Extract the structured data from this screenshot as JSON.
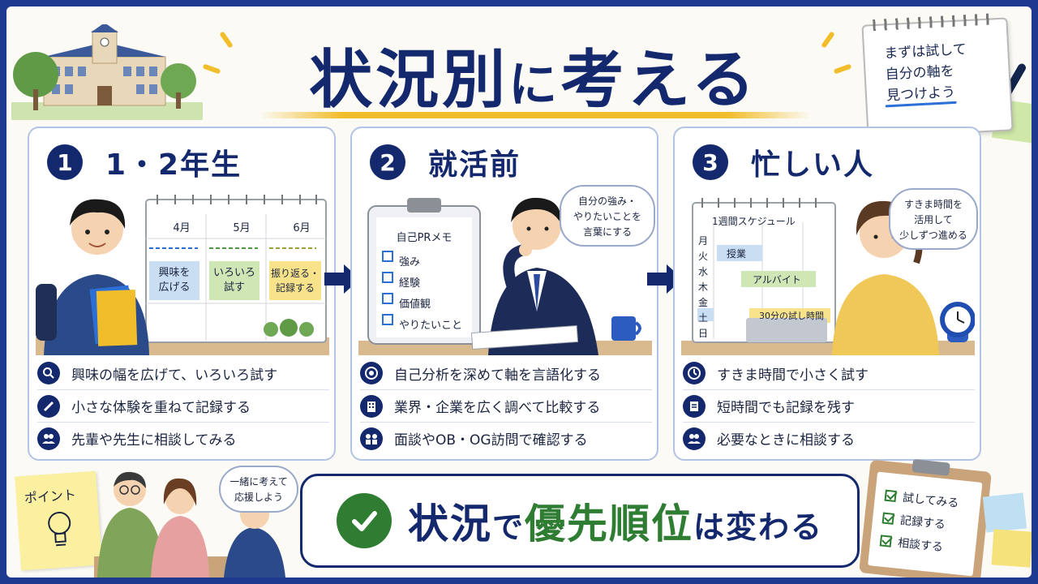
{
  "title": {
    "part1": "状況別",
    "part2": "に",
    "part3": "考える"
  },
  "top_note": {
    "line1": "まずは試して",
    "line2": "自分の軸を",
    "line3": "見つけよう"
  },
  "panels": [
    {
      "number": "1",
      "title": "1・2年生",
      "calendar": {
        "months": [
          "4月",
          "5月",
          "6月"
        ],
        "notes": [
          {
            "line1": "興味を",
            "line2": "広げる"
          },
          {
            "line1": "いろいろ",
            "line2": "試す"
          },
          {
            "line1": "振り返る・",
            "line2": "記録する"
          }
        ]
      },
      "items": [
        {
          "icon": "search-icon",
          "text": "興味の幅を広げて、いろいろ試す"
        },
        {
          "icon": "pencil-icon",
          "text": "小さな体験を重ねて記録する"
        },
        {
          "icon": "people-icon",
          "text": "先輩や先生に相談してみる"
        }
      ]
    },
    {
      "number": "2",
      "title": "就活前",
      "memo": {
        "title": "自己PRメモ",
        "items": [
          "強み",
          "経験",
          "価値観",
          "やりたいこと"
        ]
      },
      "bubble": {
        "line1": "自分の強み・",
        "line2": "やりたいことを",
        "line3": "言葉にする"
      },
      "items": [
        {
          "icon": "target-icon",
          "text": "自己分析を深めて軸を言語化する"
        },
        {
          "icon": "building-icon",
          "text": "業界・企業を広く調べて比較する"
        },
        {
          "icon": "interview-icon",
          "text": "面談やOB・OG訪問で確認する"
        }
      ]
    },
    {
      "number": "3",
      "title": "忙しい人",
      "schedule": {
        "title": "1週間スケジュール",
        "days": [
          "月",
          "火",
          "水",
          "木",
          "金",
          "土",
          "日"
        ],
        "blocks": [
          "授業",
          "アルバイト",
          "30分の試し時間"
        ]
      },
      "bubble": {
        "line1": "すきま時間を",
        "line2": "活用して",
        "line3": "少しずつ進める"
      },
      "items": [
        {
          "icon": "clock-icon",
          "text": "すきま時間で小さく試す"
        },
        {
          "icon": "notebook-icon",
          "text": "短時間でも記録を残す"
        },
        {
          "icon": "people-icon",
          "text": "必要なときに相談する"
        }
      ]
    }
  ],
  "point_note": "ポイント",
  "support_bubble": {
    "line1": "一緒に考えて",
    "line2": "応援しよう"
  },
  "conclusion": {
    "part1": "状況",
    "part2": "で",
    "part3": "優先順位",
    "part4": "は変わる"
  },
  "checklist": [
    "試してみる",
    "記録する",
    "相談する"
  ],
  "colors": {
    "navy": "#14286e",
    "green": "#2e7d32",
    "yellow": "#f2bd2a",
    "frame": "#1d3a8f"
  }
}
